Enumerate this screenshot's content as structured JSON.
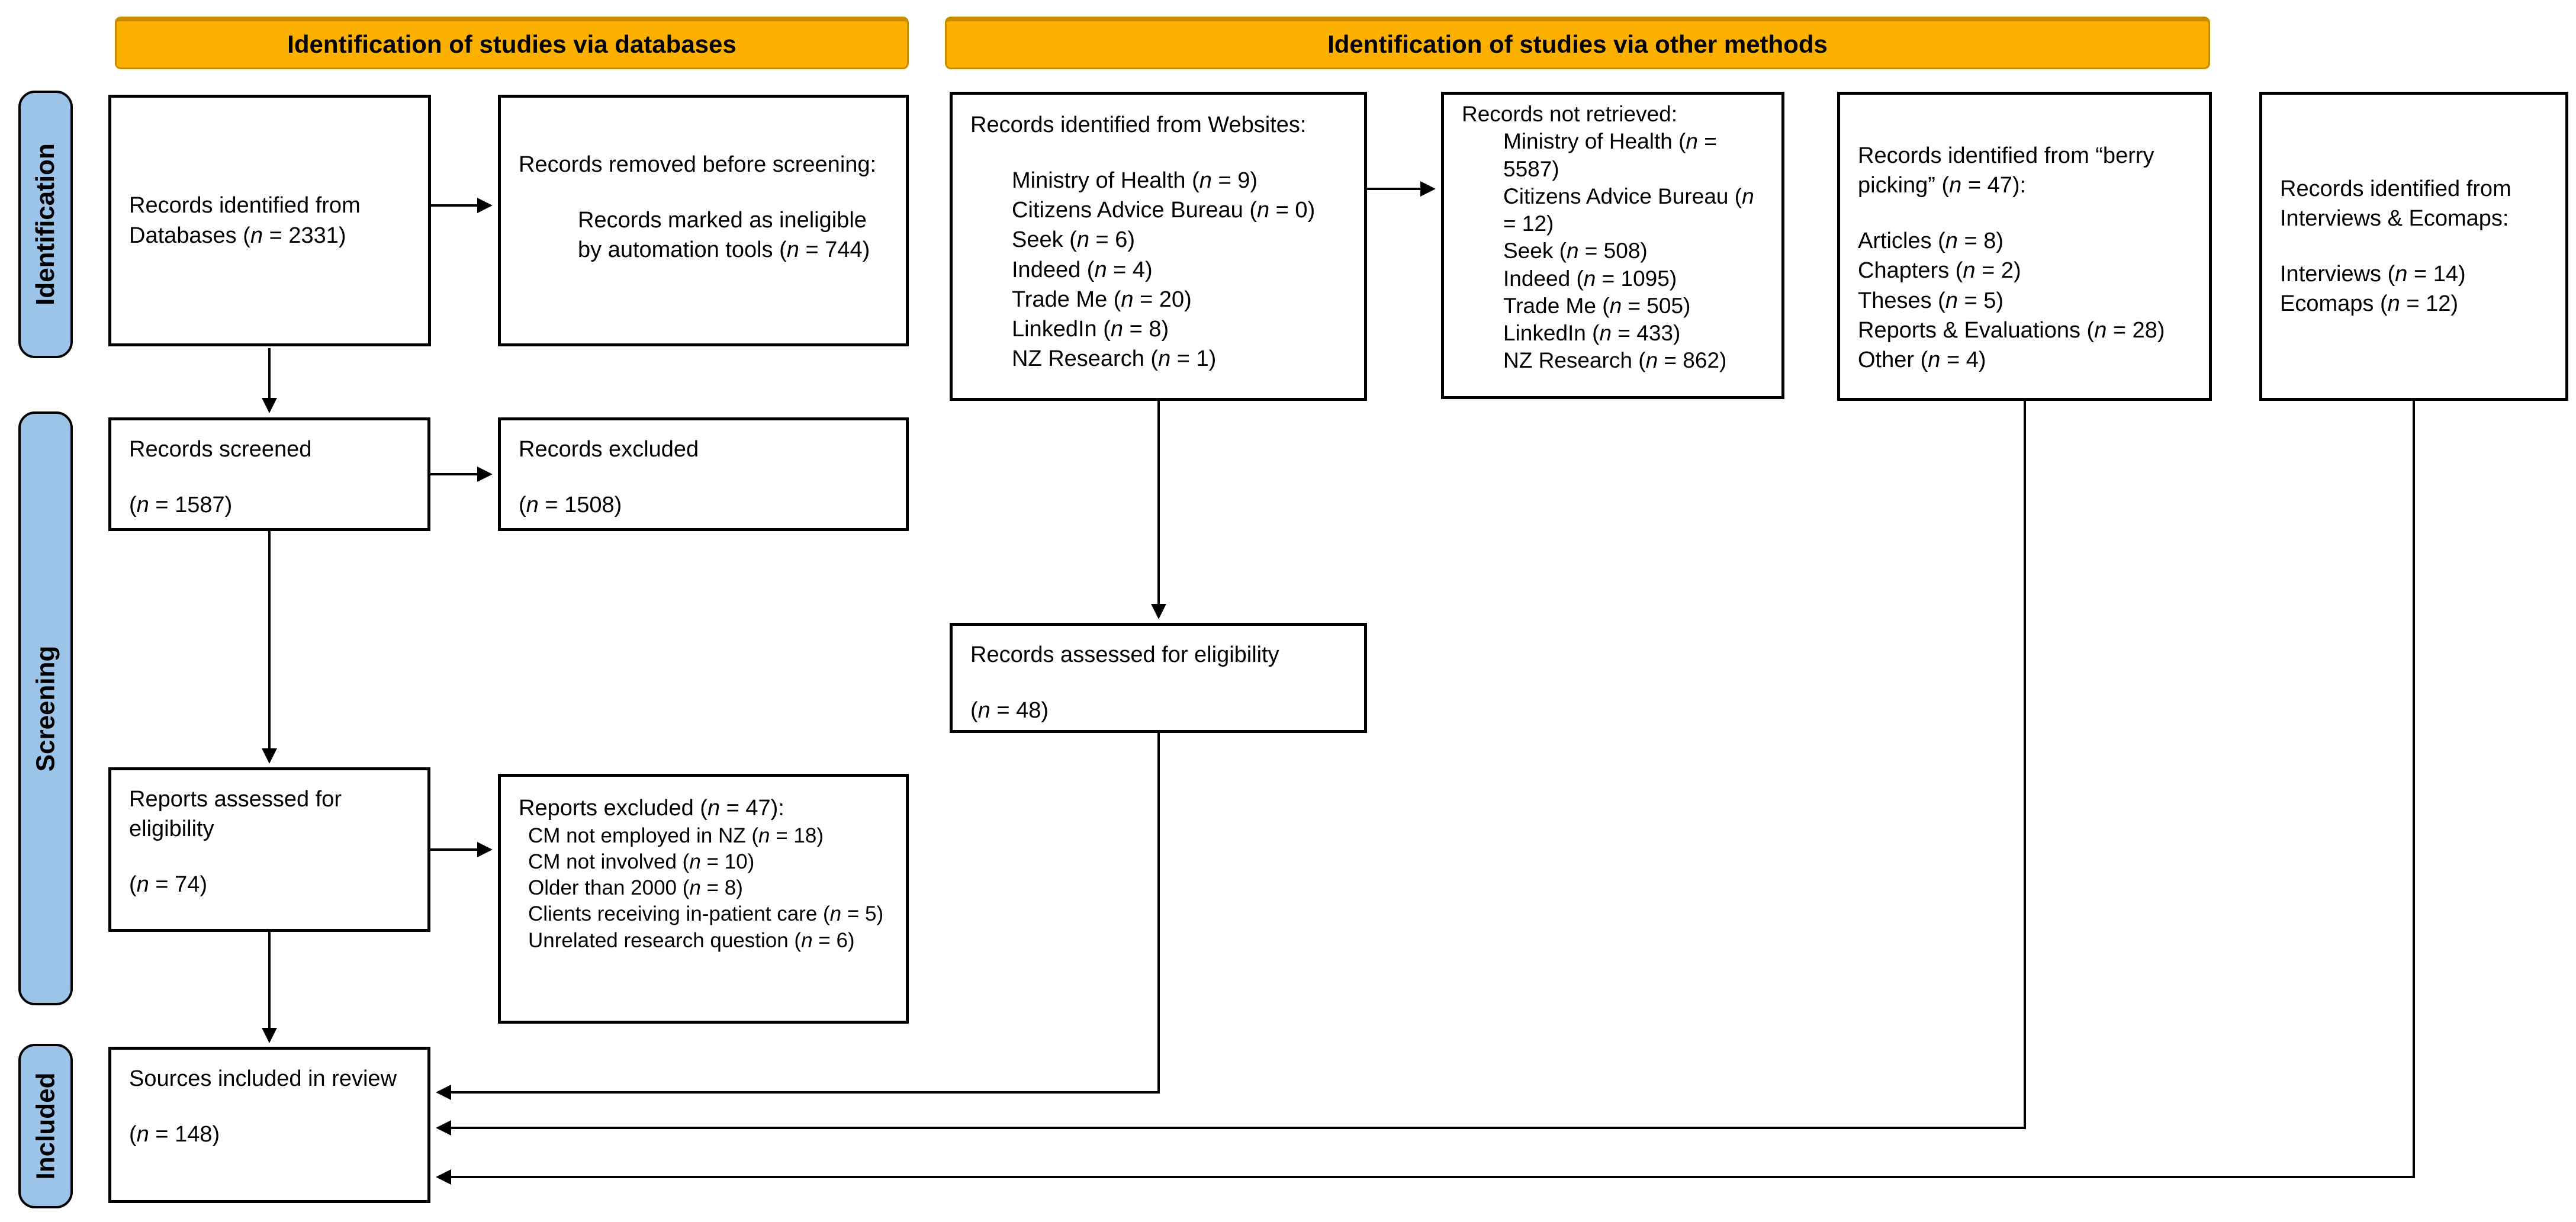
{
  "banners": {
    "databases": "Identification of studies via databases",
    "other": "Identification of studies via other methods"
  },
  "stages": {
    "identification": "Identification",
    "screening": "Screening",
    "included": "Included"
  },
  "boxes": {
    "identified_db": {
      "text": "Records identified from Databases (n = 2331)"
    },
    "removed": {
      "title": "Records removed before screening:",
      "detail": "Records marked as ineligible by automation tools (n = 744)"
    },
    "websites": {
      "title": "Records identified from Websites:",
      "items": [
        "Ministry of Health (n = 9)",
        "Citizens Advice Bureau (n = 0)",
        "Seek (n = 6)",
        "Indeed (n = 4)",
        "Trade Me (n = 20)",
        "LinkedIn (n = 8)",
        "NZ Research (n = 1)"
      ]
    },
    "not_retrieved": {
      "title": "Records not retrieved:",
      "items": [
        "Ministry of Health (n = 5587)",
        "Citizens Advice Bureau (n = 12)",
        "Seek (n = 508)",
        "Indeed (n = 1095)",
        "Trade Me (n = 505)",
        "LinkedIn (n = 433)",
        "NZ Research (n = 862)"
      ]
    },
    "berry": {
      "title": "Records identified from “berry picking” (n = 47):",
      "items": [
        "Articles (n = 8)",
        "Chapters (n = 2)",
        "Theses (n = 5)",
        "Reports & Evaluations (n = 28)",
        "Other (n = 4)"
      ]
    },
    "interviews": {
      "title": "Records identified from Interviews & Ecomaps:",
      "items": [
        "Interviews (n = 14)",
        "Ecomaps (n = 12)"
      ]
    },
    "screened": {
      "title": "Records screened",
      "count": "(n = 1587)"
    },
    "excluded": {
      "title": "Records excluded",
      "count": "(n = 1508)"
    },
    "assessed_records": {
      "title": "Records assessed for eligibility",
      "count": "(n = 48)"
    },
    "assessed_reports": {
      "title": "Reports assessed for eligibility",
      "count": "(n = 74)"
    },
    "reports_excluded": {
      "title": "Reports excluded (n = 47):",
      "items": [
        "CM not employed in NZ (n = 18)",
        "CM not involved (n = 10)",
        "Older than 2000 (n = 8)",
        "Clients receiving in-patient care (n = 5)",
        "Unrelated research question (n = 6)"
      ]
    },
    "included_sources": {
      "title": "Sources included in review",
      "count": "(n = 148)"
    }
  },
  "colors": {
    "banner_fill": "#fcb100",
    "banner_border": "#c78c00",
    "stage_fill": "#9cc3e8",
    "line": "#000000"
  }
}
